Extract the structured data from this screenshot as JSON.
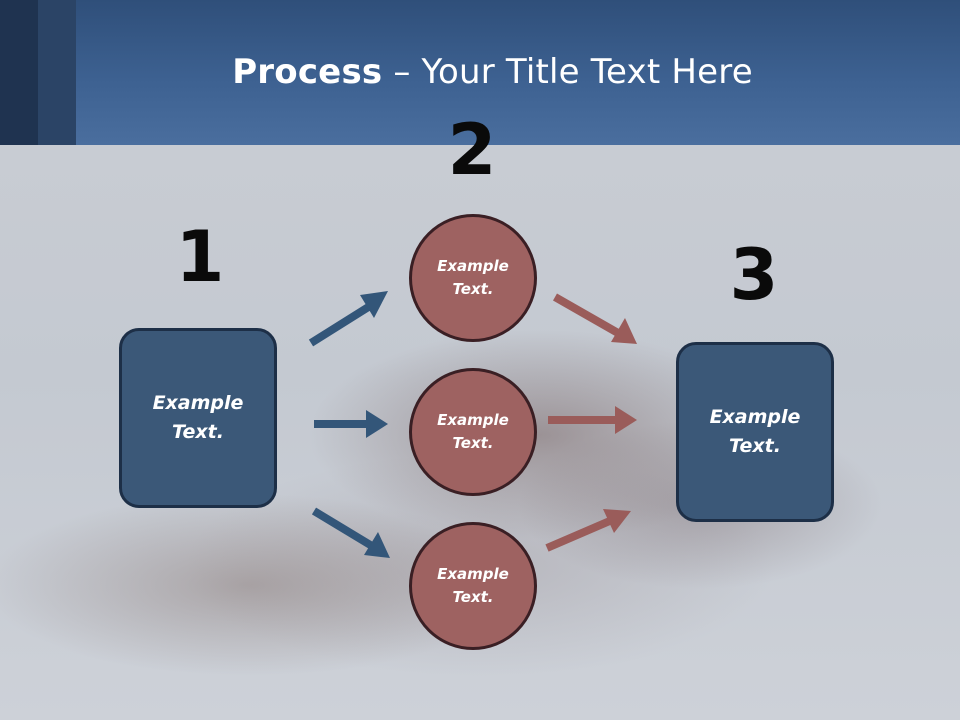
{
  "title": {
    "bold": "Process",
    "rest": " – Your Title Text Here"
  },
  "steps": [
    "1",
    "2",
    "3"
  ],
  "left_box": {
    "text": "Example\nText."
  },
  "circles": [
    {
      "text": "Example\nText."
    },
    {
      "text": "Example\nText."
    },
    {
      "text": "Example\nText."
    }
  ],
  "right_box": {
    "text": "Example\nText."
  },
  "colors": {
    "header": "#3d6191",
    "box": "#3b5878",
    "circle": "#9e6261",
    "blue_arrow": "#335679",
    "red_arrow": "#9a5c5a"
  }
}
